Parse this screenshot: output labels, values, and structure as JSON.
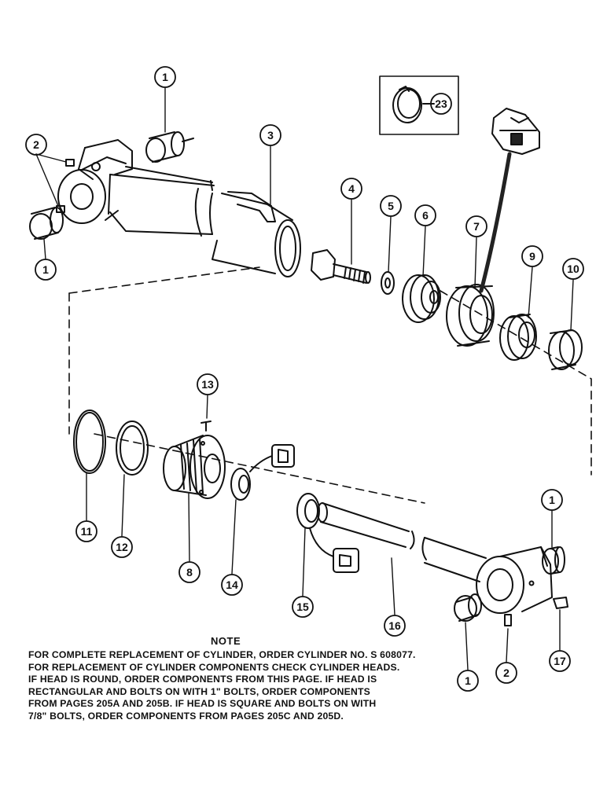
{
  "callouts": [
    "1",
    "2",
    "3",
    "4",
    "5",
    "6",
    "7",
    "8",
    "9",
    "10",
    "11",
    "12",
    "13",
    "14",
    "15",
    "16",
    "17",
    "23"
  ],
  "note": {
    "title": "NOTE",
    "lines": [
      "FOR COMPLETE REPLACEMENT OF CYLINDER, ORDER CYLINDER NO. S 608077.",
      "FOR REPLACEMENT OF CYLINDER COMPONENTS CHECK CYLINDER HEADS.",
      "IF HEAD IS ROUND, ORDER COMPONENTS FROM THIS PAGE.  IF HEAD IS",
      "RECTANGULAR AND BOLTS ON WITH 1\" BOLTS, ORDER COMPONENTS",
      "FROM PAGES 205A AND 205B.  IF HEAD IS SQUARE AND BOLTS ON WITH",
      "7/8\" BOLTS, ORDER COMPONENTS FROM PAGES 205C AND 205D."
    ]
  }
}
